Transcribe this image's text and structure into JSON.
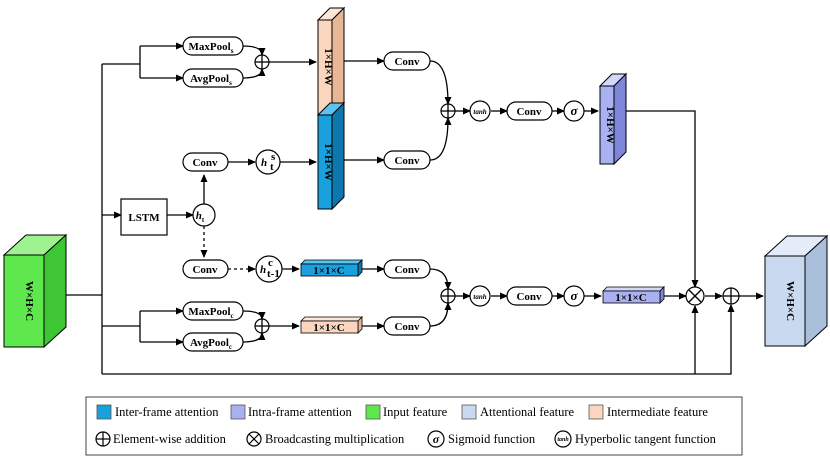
{
  "labels": {
    "maxpool": "MaxPool",
    "avgpool": "AvgPool",
    "sub_s": "s",
    "sub_c": "c",
    "conv": "Conv",
    "lstm": "LSTM",
    "h": "h",
    "h_sub_t": "t",
    "h_sub_t1": "t-1",
    "h_sup_s": "s",
    "h_sup_c": "c",
    "tanh": "tanh",
    "sigma": "σ"
  },
  "features": {
    "input": "W×H×C",
    "output": "W×H×C",
    "spatial_max": "1×H×W",
    "spatial_lstm": "1×H×W",
    "spatial_att": "1×H×W",
    "channel_lstm": "1×1×C",
    "channel_avg": "1×1×C",
    "channel_att": "1×1×C"
  },
  "colors": {
    "inter_frame": "#1aa0dc",
    "intra_frame": "#aab1f0",
    "input": "#5ee84e",
    "attentional": "#c9daf0",
    "intermediate": "#f9d6bd"
  },
  "legend": {
    "row1": [
      {
        "label": "Inter-frame attention",
        "color": "#1aa0dc"
      },
      {
        "label": "Intra-frame attention",
        "color": "#aab1f0"
      },
      {
        "label": "Input feature",
        "color": "#5ee84e"
      },
      {
        "label": "Attentional feature",
        "color": "#c9daf0"
      },
      {
        "label": "Intermediate feature",
        "color": "#f9d6bd"
      }
    ],
    "row2": [
      {
        "symbol": "add-icon",
        "label": "Element-wise addition"
      },
      {
        "symbol": "multiply-icon",
        "label": "Broadcasting multiplication"
      },
      {
        "symbol": "sigmoid-icon",
        "label": "Sigmoid function"
      },
      {
        "symbol": "tanh-icon",
        "label": "Hyperbolic tangent function"
      }
    ]
  }
}
